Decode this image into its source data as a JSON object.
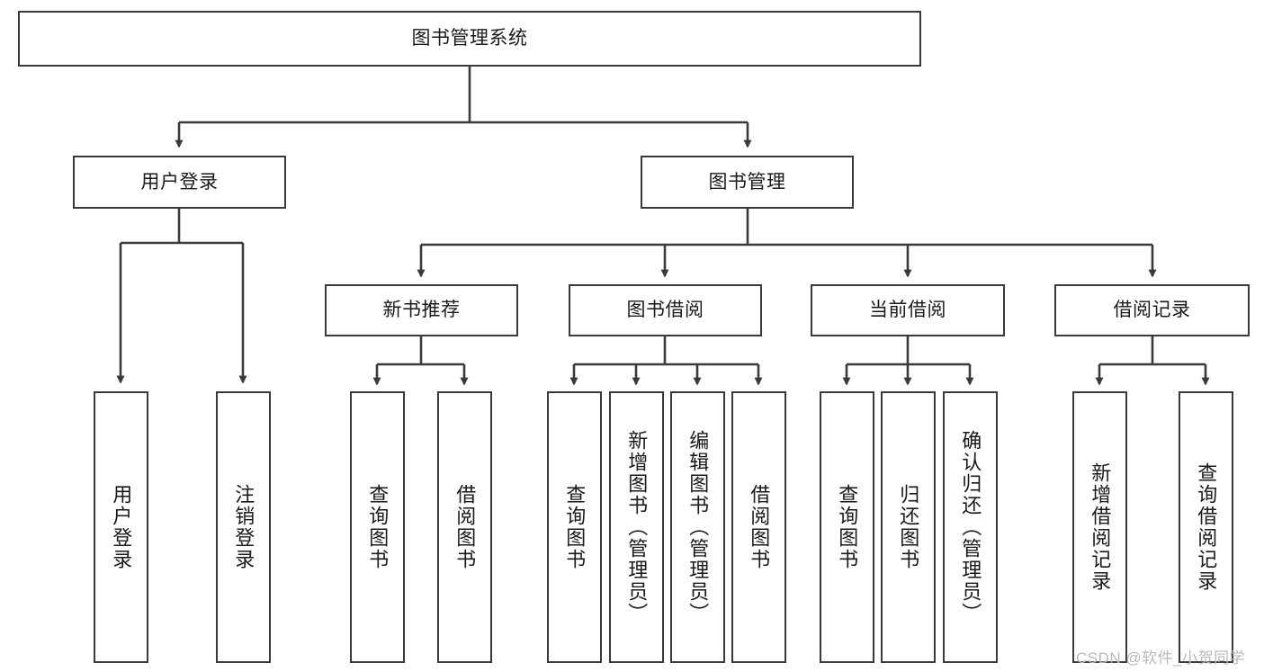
{
  "diagram": {
    "type": "tree",
    "title": "图书管理系统",
    "root": {
      "id": "root",
      "label": "图书管理系统"
    },
    "level1": [
      {
        "id": "user-login",
        "label": "用户登录"
      },
      {
        "id": "book-manage",
        "label": "图书管理"
      }
    ],
    "level2": [
      {
        "id": "new-book-recommend",
        "label": "新书推荐",
        "parent": "book-manage"
      },
      {
        "id": "book-borrow",
        "label": "图书借阅",
        "parent": "book-manage"
      },
      {
        "id": "current-borrow",
        "label": "当前借阅",
        "parent": "book-manage"
      },
      {
        "id": "borrow-record",
        "label": "借阅记录",
        "parent": "book-manage"
      }
    ],
    "leaves": [
      {
        "id": "leaf-user-login",
        "label": "用户登录",
        "parent": "user-login"
      },
      {
        "id": "leaf-logout-login",
        "label": "注销登录",
        "parent": "user-login"
      },
      {
        "id": "leaf-query-book-1",
        "label": "查询图书",
        "parent": "new-book-recommend"
      },
      {
        "id": "leaf-borrow-book-1",
        "label": "借阅图书",
        "parent": "new-book-recommend"
      },
      {
        "id": "leaf-query-book-2",
        "label": "查询图书",
        "parent": "book-borrow"
      },
      {
        "id": "leaf-add-book",
        "label": "新增图书（管理员）",
        "parent": "book-borrow"
      },
      {
        "id": "leaf-edit-book",
        "label": "编辑图书（管理员）",
        "parent": "book-borrow"
      },
      {
        "id": "leaf-borrow-book-2",
        "label": "借阅图书",
        "parent": "book-borrow"
      },
      {
        "id": "leaf-query-book-3",
        "label": "查询图书",
        "parent": "current-borrow"
      },
      {
        "id": "leaf-return-book",
        "label": "归还图书",
        "parent": "current-borrow"
      },
      {
        "id": "leaf-confirm-return",
        "label": "确认归还（管理员）",
        "parent": "current-borrow"
      },
      {
        "id": "leaf-add-record",
        "label": "新增借阅记录",
        "parent": "borrow-record"
      },
      {
        "id": "leaf-query-record",
        "label": "查询借阅记录",
        "parent": "borrow-record"
      }
    ],
    "colors": {
      "box_border": "#3a3a3a",
      "box_fill": "#ffffff",
      "edge": "#3a3a3a",
      "text": "#1a1a1a",
      "background": "#ffffff",
      "watermark": "#b9b9b9"
    }
  },
  "watermark": {
    "text": "CSDN @软件_小贺同学"
  }
}
